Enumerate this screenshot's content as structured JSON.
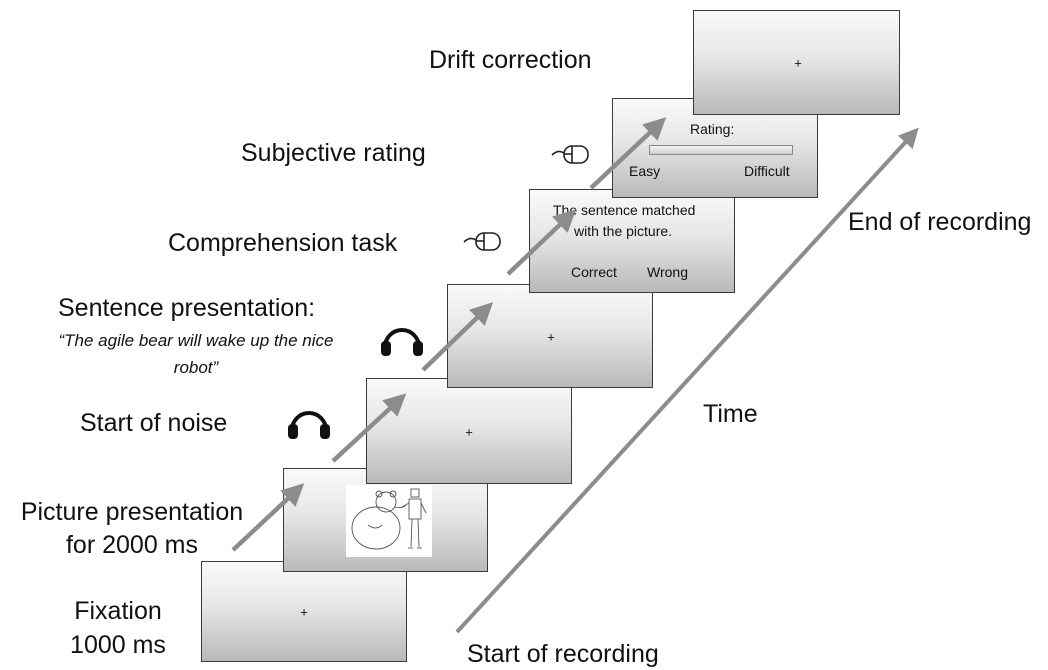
{
  "steps": {
    "fixation": {
      "label_line1": "Fixation",
      "label_line2": "1000 ms",
      "screen_text": "+"
    },
    "picture": {
      "label_line1": "Picture presentation",
      "label_line2": "for 2000 ms"
    },
    "noise": {
      "label": "Start of noise",
      "screen_text": "+",
      "icon": "headphones-icon"
    },
    "sentence": {
      "label": "Sentence presentation:",
      "quote_line1": "“The agile bear will wake up the nice",
      "quote_line2": "robot”",
      "screen_text": "+",
      "icon": "headphones-icon"
    },
    "comprehension": {
      "label": "Comprehension task",
      "screen_line1": "The sentence matched",
      "screen_line2": "with the picture.",
      "option_correct": "Correct",
      "option_wrong": "Wrong",
      "icon": "mouse-icon"
    },
    "rating": {
      "label": "Subjective rating",
      "screen_title": "Rating:",
      "scale_left": "Easy",
      "scale_right": "Difficult",
      "icon": "mouse-icon"
    },
    "drift": {
      "label": "Drift correction",
      "screen_text": "+"
    }
  },
  "timeline": {
    "time_label": "Time",
    "start_label": "Start of recording",
    "end_label": "End of recording"
  },
  "colors": {
    "arrow": "#8c8c8c",
    "screen_border": "#3a3a3a"
  }
}
